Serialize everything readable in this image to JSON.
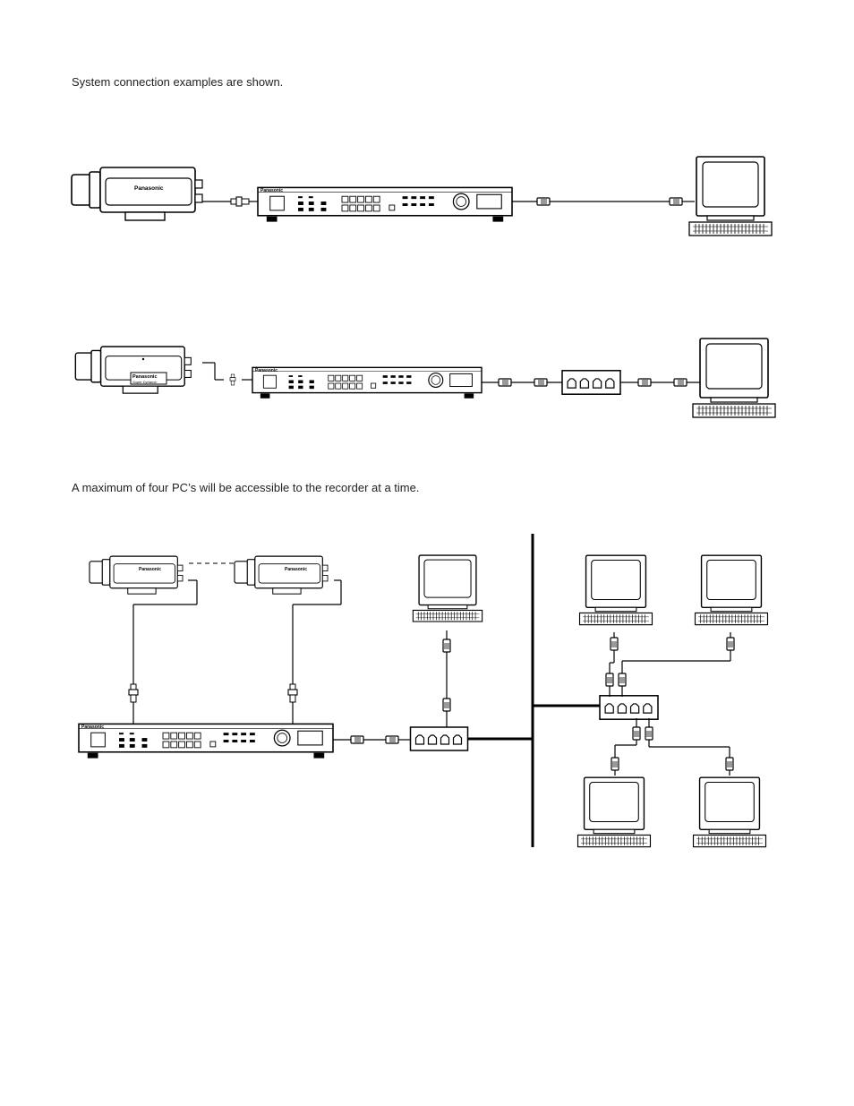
{
  "captions": {
    "system_examples": "System connection examples are shown.",
    "max_pcs": "A maximum of four PC’s will be accessible to the recorder at a time."
  },
  "device_labels": {
    "brand": "Panasonic",
    "camera_model": "Super Dynamic"
  },
  "colors": {
    "line": "#000000",
    "background": "#ffffff"
  }
}
